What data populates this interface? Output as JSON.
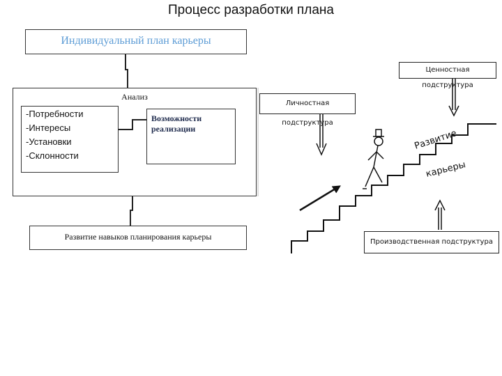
{
  "title": "Процесс разработки плана",
  "plan": {
    "label": "Индивидуальный план карьеры"
  },
  "analysis": {
    "label": "Анализ",
    "needs_items": [
      "-Потребности",
      "-Интересы",
      "-Установки",
      "-Склонности"
    ],
    "opportunities_label": "Возможности реализации"
  },
  "skills": {
    "label": "Развитие навыков планирования карьеры"
  },
  "illustration": {
    "value_substructure": "Ценностная подструктура",
    "personal_substructure": "Личностная подструктура",
    "production_substructure": "Производственная подструктура",
    "career_word_1": "Развитие",
    "career_word_2": "карьеры"
  },
  "colors": {
    "plan_text": "#5b9bd5",
    "opportunities_text": "#1f2b4d",
    "line": "#222222"
  }
}
